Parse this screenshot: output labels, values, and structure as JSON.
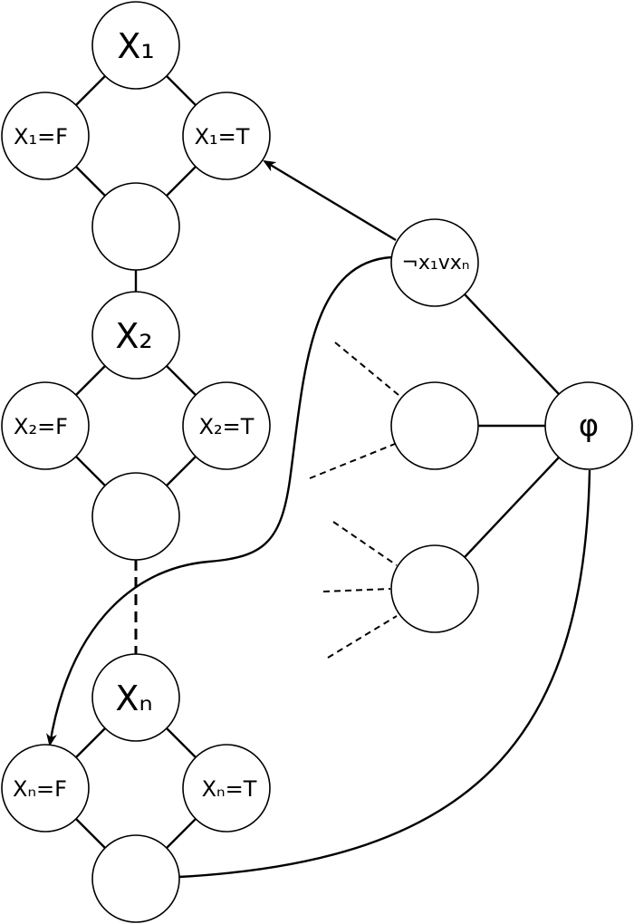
{
  "variables": [
    {
      "var_label": "X₁",
      "false_label": "X₁=F",
      "true_label": "X₁=T"
    },
    {
      "var_label": "X₂",
      "false_label": "X₂=F",
      "true_label": "X₂=T"
    },
    {
      "var_label": "Xₙ",
      "false_label": "Xₙ=F",
      "true_label": "Xₙ=T"
    }
  ],
  "clause": {
    "label": "¬x₁vxₙ"
  },
  "formula": {
    "label": "φ"
  }
}
